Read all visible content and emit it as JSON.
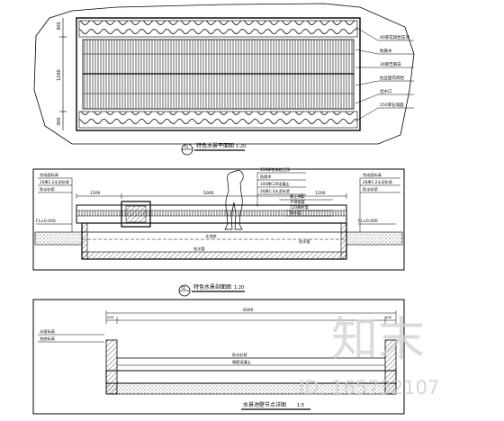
{
  "panels": {
    "plan": {
      "title": "特色水景平面图",
      "scale": "1:20",
      "badge": "01",
      "dims_left": [
        "300",
        "1200",
        "300"
      ],
      "callouts_right": [
        "40厚花岗岩压顶",
        "防腐木",
        "30厚芝麻白",
        "拉丝面花岗岩",
        "出水口",
        "150厚石墙面"
      ]
    },
    "section": {
      "title": "特色水景剖面图",
      "scale": "1:20",
      "badge": "02",
      "dims_top": [
        "1200",
        "5000",
        "1200"
      ],
      "callouts_top": [
        "150厚花岗岩压顶",
        "防腐木",
        "100厚C20混凝土",
        "20厚1:3水泥砂浆",
        "素土夯实",
        "不锈钢管",
        "120厚砖墙",
        "防水层"
      ],
      "callouts_left": [
        "完成面标高",
        "20厚1:2水泥砂浆",
        "防水砂浆"
      ],
      "callouts_right": [
        "完成面标高",
        "20厚1:2水泥砂浆",
        "防水砂浆"
      ],
      "level_left": "FL±0.000",
      "level_right": "FL±0.000",
      "inner_label": "水池底",
      "pipe_label": "给水管"
    },
    "detail": {
      "title": "水景池壁节点详图",
      "scale": "1:5",
      "dims_top": [
        "6000",
        "200",
        "200"
      ],
      "callouts_left": [
        "水面标高",
        "池底标高"
      ],
      "inner_labels": [
        "防水砂浆",
        "钢筋混凝土"
      ]
    }
  },
  "watermark": {
    "brand": "知末",
    "id_text": "ID: 165732107"
  }
}
